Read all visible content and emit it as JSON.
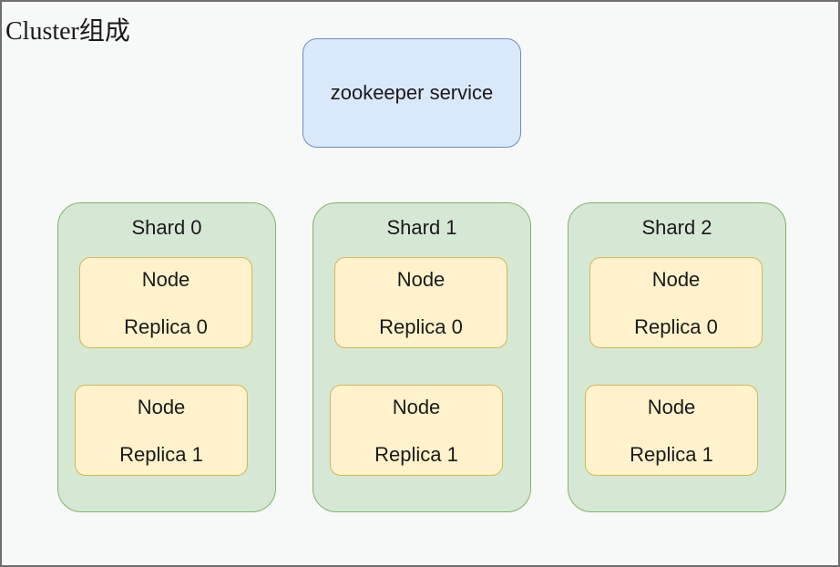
{
  "title": "Cluster组成",
  "zookeeper": {
    "label": "zookeeper service"
  },
  "shards": [
    {
      "label": "Shard 0",
      "nodes": [
        {
          "title": "Node",
          "replica": "Replica 0"
        },
        {
          "title": "Node",
          "replica": "Replica 1"
        }
      ]
    },
    {
      "label": "Shard 1",
      "nodes": [
        {
          "title": "Node",
          "replica": "Replica 0"
        },
        {
          "title": "Node",
          "replica": "Replica 1"
        }
      ]
    },
    {
      "label": "Shard 2",
      "nodes": [
        {
          "title": "Node",
          "replica": "Replica 0"
        },
        {
          "title": "Node",
          "replica": "Replica 1"
        }
      ]
    }
  ],
  "colors": {
    "zookeeper_fill": "#dae8fc",
    "zookeeper_stroke": "#6c8ebf",
    "shard_fill": "#d5e8d4",
    "shard_stroke": "#82b366",
    "node_fill": "#fff2cc",
    "node_stroke": "#d6b656"
  }
}
